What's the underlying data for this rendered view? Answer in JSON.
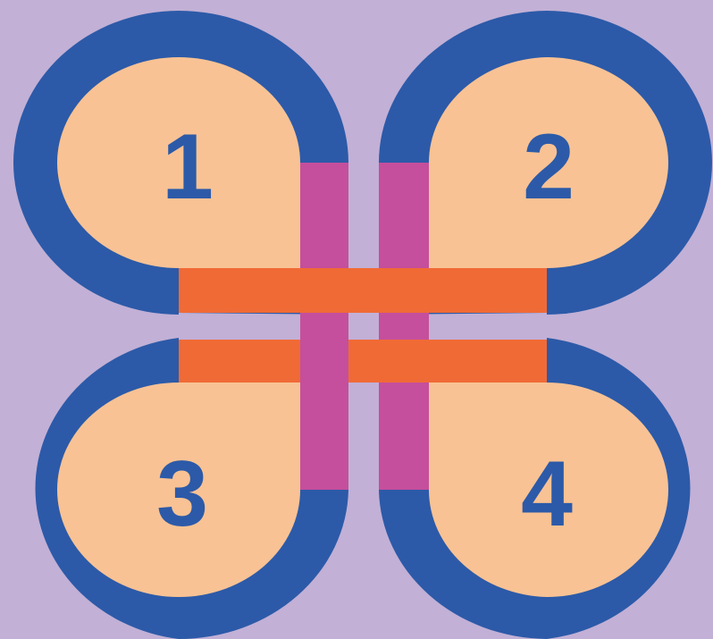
{
  "colors": {
    "background": "#c2b0d6",
    "ring": "#2c5aa8",
    "fill": "#f8c294",
    "vertical_bar": "#c54f9c",
    "horizontal_bar": "#f06a36",
    "number": "#2c5aa8"
  },
  "petals": [
    {
      "label": "1"
    },
    {
      "label": "2"
    },
    {
      "label": "3"
    },
    {
      "label": "4"
    }
  ]
}
